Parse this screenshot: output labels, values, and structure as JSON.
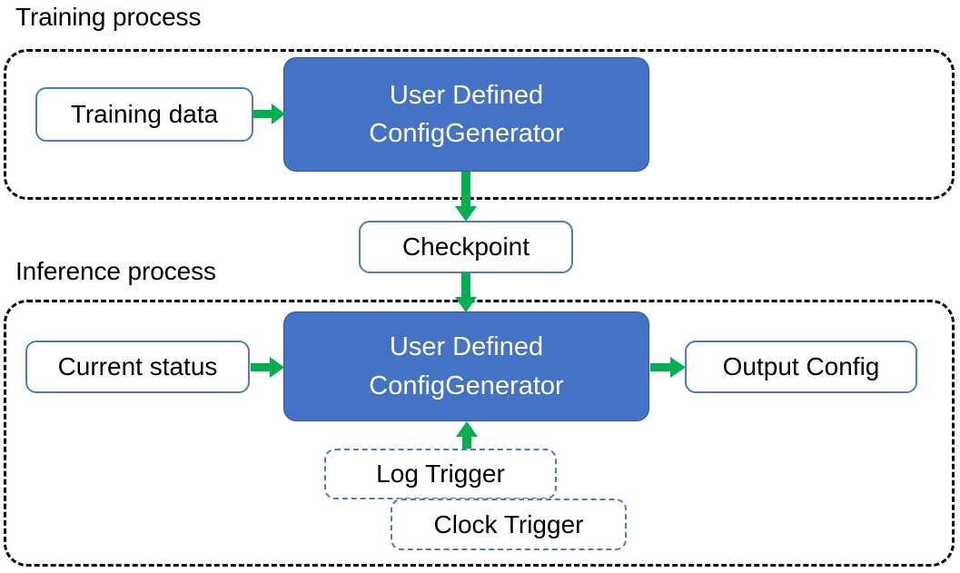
{
  "diagram": {
    "title_training": "Training process",
    "title_inference": "Inference process",
    "colors": {
      "process_fill": "#4472C4",
      "process_border": "#2F5597",
      "io_border": "#4A7EBB",
      "arrow_green": "#00B050",
      "container_dash": "#000000",
      "text_light": "#FFFFFF",
      "text_dark": "#000000"
    },
    "training": {
      "container_label": "Training process",
      "input_box": "Training data",
      "process_box_line1": "User Defined",
      "process_box_line2": "ConfigGenerator"
    },
    "bridge": {
      "checkpoint_box": "Checkpoint"
    },
    "inference": {
      "container_label": "Inference process",
      "input_box": "Current status",
      "process_box_line1": "User Defined",
      "process_box_line2": "ConfigGenerator",
      "output_box": "Output Config",
      "triggers": [
        {
          "label": "Log Trigger"
        },
        {
          "label": "Clock Trigger"
        }
      ]
    },
    "arrows": [
      {
        "name": "training-data-to-process",
        "direction": "right"
      },
      {
        "name": "process-to-checkpoint",
        "direction": "down"
      },
      {
        "name": "checkpoint-to-process",
        "direction": "down"
      },
      {
        "name": "current-status-to-process",
        "direction": "right"
      },
      {
        "name": "process-to-output-config",
        "direction": "right"
      },
      {
        "name": "trigger-to-process",
        "direction": "up"
      }
    ]
  }
}
